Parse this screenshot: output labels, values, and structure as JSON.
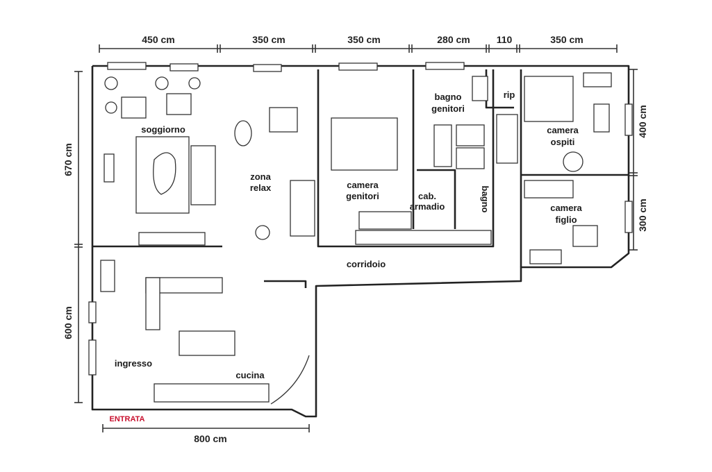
{
  "rooms": {
    "soggiorno": "soggiorno",
    "zona_relax": [
      "zona",
      "relax"
    ],
    "camera_genitori": [
      "camera",
      "genitori"
    ],
    "bagno_genitori": [
      "bagno",
      "genitori"
    ],
    "cab_armadio": [
      "cab.",
      "armadio"
    ],
    "bagno": "bagno",
    "rip": "rip",
    "camera_ospiti": [
      "camera",
      "ospiti"
    ],
    "camera_figlio": [
      "camera",
      "figlio"
    ],
    "corridoio": "corridoio",
    "ingresso": "ingresso",
    "cucina": "cucina",
    "entrata": "ENTRATA"
  },
  "dimensions": {
    "top": [
      "450 cm",
      "350 cm",
      "350 cm",
      "280 cm",
      "110",
      "350 cm"
    ],
    "left": [
      "670 cm",
      "600 cm"
    ],
    "right": [
      "400 cm",
      "300 cm"
    ],
    "bottom": "800 cm"
  },
  "colors": {
    "entrata": "#c8102e",
    "lines": "#222222"
  }
}
